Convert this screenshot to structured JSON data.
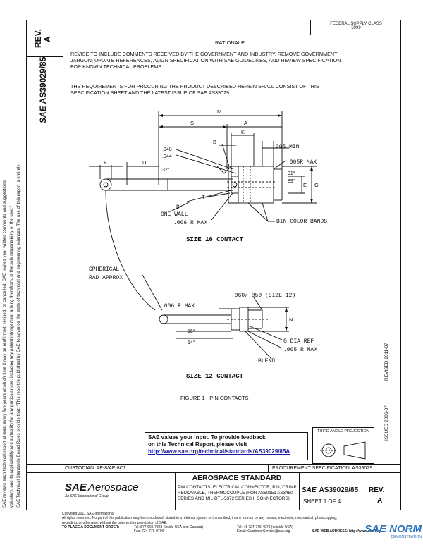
{
  "left_margin": {
    "line1": "SAE Technical Standards Board Rules provide that: \"This report is published by SAE to advance the state of technical and engineering sciences. The use of this report is entirely",
    "line2": "voluntary, and its applicability and suitability for any particular use, including any patent infringement arising therefrom, is the sole responsibility of the user.\"",
    "line3": "SAE reviews each technical report at least every five years at which time it may be reaffirmed, revised, or cancelled. SAE invites your written comments and suggestions."
  },
  "rev_column": {
    "rev_label": "REV.",
    "rev_value": "A",
    "doc_number": "AS39029/85",
    "sae_prefix": "SAE"
  },
  "top_right": {
    "line1": "FEDERAL SUPPLY CLASS",
    "line2": "5999"
  },
  "rationale": {
    "heading": "RATIONALE",
    "text_line1": "REVISE TO INCLUDE COMMENTS RECEIVED BY THE GOVERNMENT AND INDUSTRY. REMOVE GOVERNMENT",
    "text_line2": "JARGON, UPDATE REFERENCES, ALIGN SPECIFICATION WITH SAE GUIDELINES, AND REVIEW SPECIFICATION",
    "text_line3": "FOR KNOWN TECHNICAL PROBLEMS"
  },
  "requirements": {
    "line1": "THE REQUIREMENTS FOR PROCURING THE PRODUCT DESCRIBED HEREIN SHALL CONSIST OF THIS",
    "line2": "SPECIFICATION SHEET AND THE LATEST ISSUE OF SAE AS39029."
  },
  "figure": {
    "dim_M": "M",
    "dim_S": "S",
    "dim_A": "A",
    "dim_K": "K",
    "dim_B": "B",
    "dim_min": ".005 MIN",
    "dim_048": ".048",
    "dim_044": ".044",
    "dim_005r_max": ".005R MAX",
    "dim_F": "F",
    "dim_U": "U",
    "dim_32": "32°",
    "dim_91": "91°",
    "dim_89": "89°",
    "dim_E": "E",
    "dim_G": "G",
    "dim_T": "T",
    "dim_D": "D",
    "one_wall": "ONE WALL",
    "r_max_006": ".006 R MAX",
    "bin_color": "BIN COLOR BANDS",
    "size16": "SIZE 16 CONTACT",
    "spherical": "SPHERICAL",
    "rad_approx": "RAD APPROX",
    "r_max_006_b": ".006 R MAX",
    "size12_dim": ".060/.050 (SIZE 12)",
    "dim_N": "N",
    "deg16": "16°",
    "deg14": "14°",
    "g_dia": "G DIA REF",
    "r_max_005": ".005 R MAX",
    "blend": "BLEND",
    "size12": "SIZE 12 CONTACT",
    "caption": "FIGURE 1 - PIN CONTACTS"
  },
  "right_margin": {
    "issued": "ISSUED 2006-07",
    "revised": "REVISED 2011-07"
  },
  "feedback": {
    "line1": "SAE values your input. To provide feedback",
    "line2": "on this Technical Report, please visit",
    "link": "http://www.sae.org/technical/standards/AS39029/85A"
  },
  "third_angle": "THIRD ANGLE PROJECTION",
  "custodian": "CUSTODIAN: AE-8/AE-8C1",
  "procurement": "PROCUREMENT SPECIFICATION: AS39029",
  "title_block": {
    "logo_sae": "SAE",
    "logo_aerospace": "Aerospace",
    "logo_sub": "An SAE International Group",
    "standard": "AEROSPACE STANDARD",
    "desc1": "PIN CONTACTS, ELECTRICAL CONNECTOR, PIN, CRIMP",
    "desc2": "REMOVABLE, THERMOCOUPLE (FOR AS50151 AS3450",
    "desc3": "SERIES AND MIL-DTL-5372 SERIES II CONNECTORS)",
    "sae_label": "SAE",
    "number": "AS39029/85",
    "sheet": "SHEET 1 OF 4",
    "rev_label": "REV.",
    "rev_value": "A"
  },
  "footer": {
    "copyright": "Copyright 2011 SAE International",
    "rights": "All rights reserved. No part of this publication may be reproduced, stored in a retrieval system or transmitted, in any form or by any means, electronic, mechanical, photocopying,",
    "rights2": "recording, or otherwise, without the prior written permission of SAE.",
    "order": "TO PLACE A DOCUMENT ORDER:",
    "tel1": "Tel: 877-606-7323 (inside USA and Canada)",
    "tel2": "Tel: +1 724-776-4970 (outside USA)",
    "fax": "Fax: 724-776-0790",
    "email": "Email: CustomerService@sae.org",
    "web": "SAE WEB ADDRESS: http://www.sae.org"
  },
  "watermark": {
    "text": "SAE NORM",
    "sub": "DEMONSTRATION"
  }
}
